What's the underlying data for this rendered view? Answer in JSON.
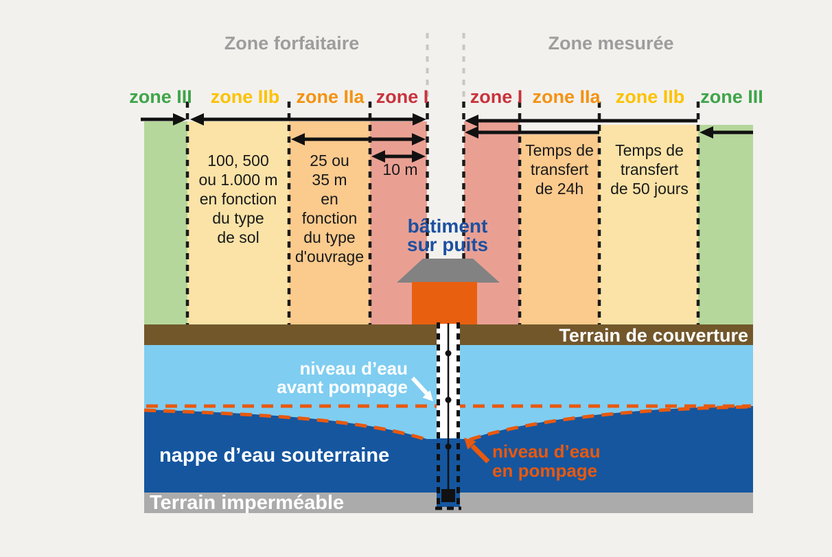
{
  "headers": {
    "left": "Zone forfaitaire",
    "right": "Zone mesurée"
  },
  "zone_labels": {
    "left": [
      {
        "text": "zone III",
        "color": "#3ea549"
      },
      {
        "text": "zone IIb",
        "color": "#fcc200"
      },
      {
        "text": "zone IIa",
        "color": "#f39312"
      },
      {
        "text": "zone I",
        "color": "#c9333c"
      }
    ],
    "right": [
      {
        "text": "zone I",
        "color": "#c9333c"
      },
      {
        "text": "zone IIa",
        "color": "#f39312"
      },
      {
        "text": "zone IIb",
        "color": "#fcc200"
      },
      {
        "text": "zone III",
        "color": "#3ea549"
      }
    ]
  },
  "band_texts": {
    "left_iib": "100, 500\nou 1.000 m\nen fonction\ndu type\nde sol",
    "left_iia": "25 ou\n35 m\nen\nfonction\ndu type\nd'ouvrage",
    "zone1_distance": "10 m",
    "right_iia": "Temps de\ntransfert\nde 24h",
    "right_iib": "Temps de\ntransfert\nde 50 jours"
  },
  "center": {
    "building_label": "bâtiment\nsur puits"
  },
  "ground": {
    "cover_label": "Terrain de couverture",
    "impermeable_label": "Terrain imperméable",
    "aquifer_label": "nappe d’eau souterraine",
    "water_before_label": "niveau d’eau\navant pompage",
    "water_pumping_label": "niveau d’eau\nen pompage"
  },
  "colors": {
    "band_green": "#b5d79b",
    "band_yellow": "#fbe3a7",
    "band_orange": "#fbca8d",
    "band_red": "#e9a093",
    "header_gray": "#9d9d9c",
    "building_orange": "#e8600f",
    "roof_gray": "#828282",
    "terrain_brown": "#72572b",
    "water_light_blue": "#7fcdf1",
    "water_dark_blue": "#15569f",
    "pumping_orange": "#e8590f",
    "impermeable_gray": "#ababab",
    "label_blue": "#1d50a0",
    "background": "#f2f1ee"
  }
}
